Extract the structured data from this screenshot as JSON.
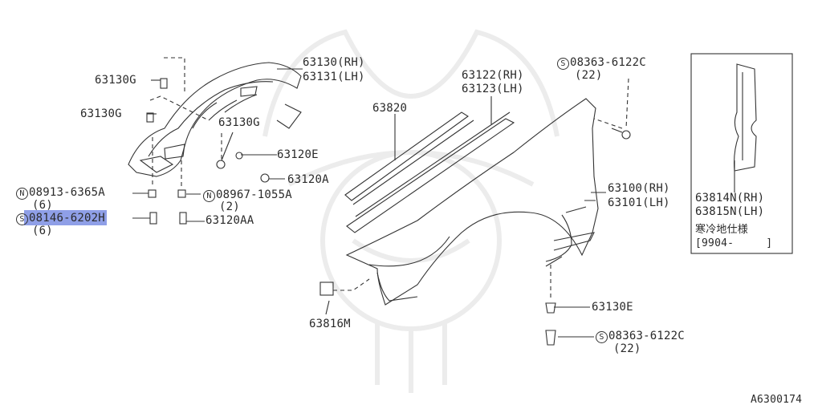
{
  "parts": {
    "p_63130_rh": "63130(RH)",
    "p_63131_lh": "63131(LH)",
    "p_63130g_a": "63130G",
    "p_63130g_b": "63130G",
    "p_63130g_c": "63130G",
    "p_63120e": "63120E",
    "p_63120a": "63120A",
    "p_63120aa": "63120AA",
    "p_08913_prefix": "N",
    "p_08913": "08913-6365A",
    "p_08913_qty": "(6)",
    "p_08967_prefix": "N",
    "p_08967": "08967-1055A",
    "p_08967_qty": "(2)",
    "p_08146_prefix": "S",
    "p_08146": "08146-6202H",
    "p_08146_qty": "(6)",
    "p_63820": "63820",
    "p_63122_rh": "63122(RH)",
    "p_63123_lh": "63123(LH)",
    "p_08363_top_prefix": "S",
    "p_08363_top": "08363-6122C",
    "p_08363_top_qty": "(22)",
    "p_63100_rh": "63100(RH)",
    "p_63101_lh": "63101(LH)",
    "p_63816m": "63816M",
    "p_63130e": "63130E",
    "p_08363_bot_prefix": "S",
    "p_08363_bot": "08363-6122C",
    "p_08363_bot_qty": "(22)",
    "p_63814n_rh": "63814N(RH)",
    "p_63815n_lh": "63815N(LH)",
    "spec_jp": "寒冷地仕様",
    "spec_code": "[9904-     ]"
  },
  "diagram_code": "A6300174",
  "highlight": {
    "color": "#6f84e0",
    "target": "08146-6202H"
  }
}
